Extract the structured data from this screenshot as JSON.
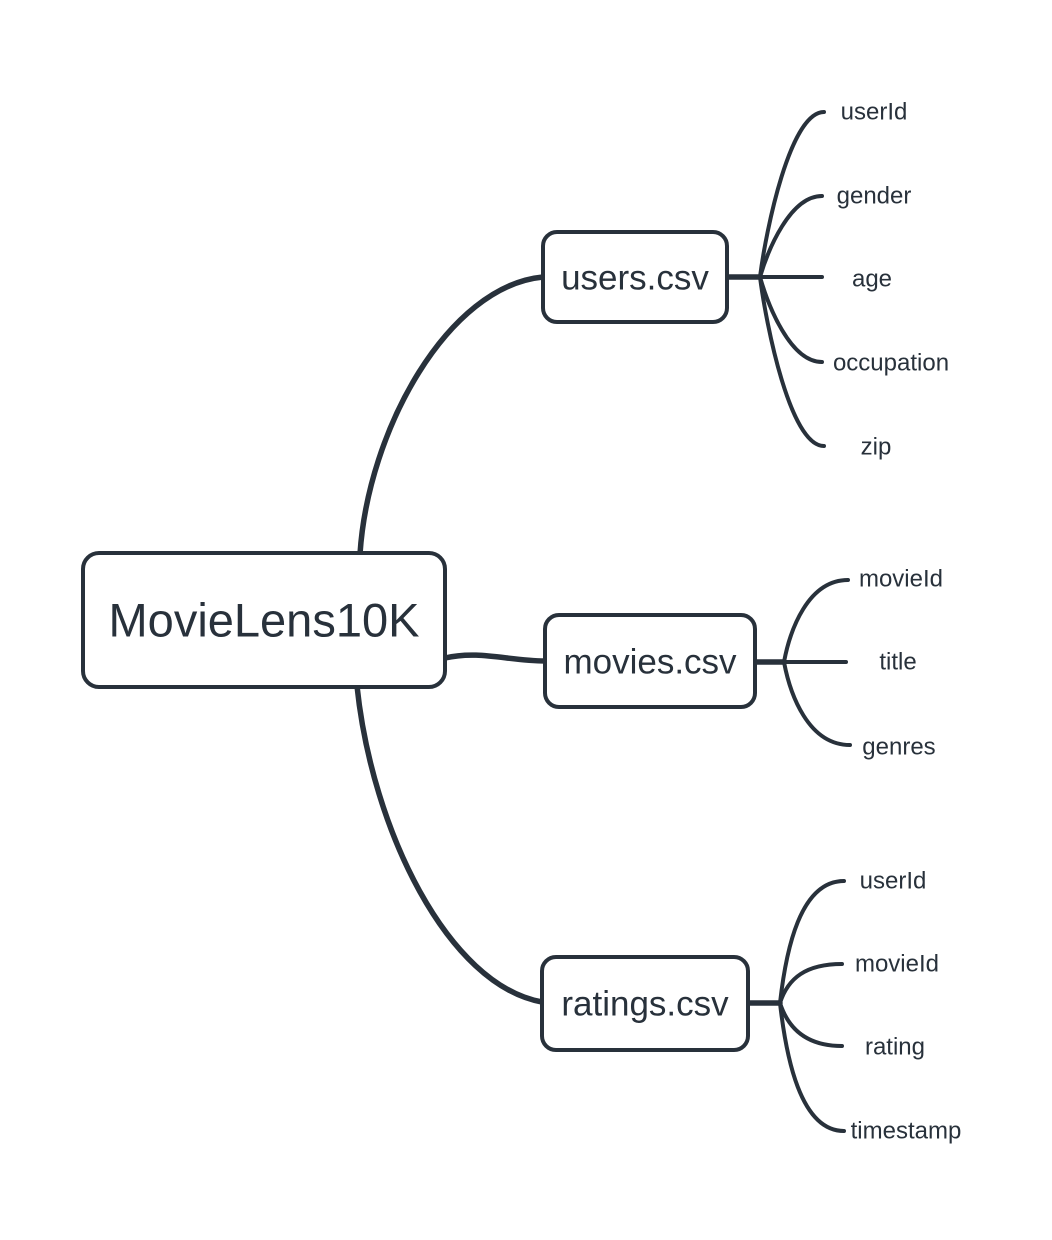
{
  "diagram": {
    "type": "mindmap",
    "root": {
      "label": "MovieLens10K"
    },
    "branches": [
      {
        "label": "users.csv",
        "children": [
          "userId",
          "gender",
          "age",
          "occupation",
          "zip"
        ]
      },
      {
        "label": "movies.csv",
        "children": [
          "movieId",
          "title",
          "genres"
        ]
      },
      {
        "label": "ratings.csv",
        "children": [
          "userId",
          "movieId",
          "rating",
          "timestamp"
        ]
      }
    ],
    "colors": {
      "ink": "#28313b",
      "background": "#ffffff"
    }
  }
}
